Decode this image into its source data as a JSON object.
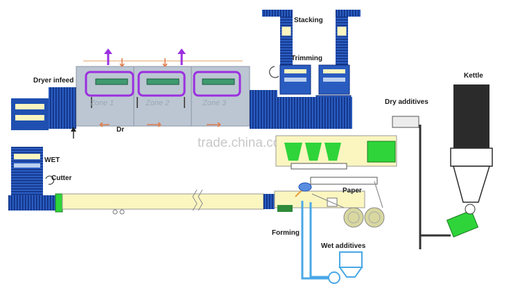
{
  "labels": {
    "stacking": "Stacking",
    "trimming": "Trimming",
    "dryer_infeed": "Dryer infeed",
    "kettle": "Kettle",
    "dry_additives": "Dry additives",
    "zone1": "Zone 1",
    "zone2": "Zone 2",
    "zone3": "Zone 3",
    "wet": "WET",
    "cutter": "Cutter",
    "paper": "Paper",
    "forming": "Forming",
    "wet_additives": "Wet additives",
    "dryer_partial": "Dr",
    "watermark": "trade.china.com"
  },
  "colors": {
    "conveyor_blue": "#1f4fb0",
    "board_yellow": "#fbf6c0",
    "dryer_gray": "#bcc6d2",
    "arrow_purple": "#9b2fe0",
    "additive_green": "#2fd43a",
    "accent_orange": "#e07a4a",
    "pipe_blue": "#4aa8e6",
    "kettle_dark": "#2b2b2b"
  }
}
